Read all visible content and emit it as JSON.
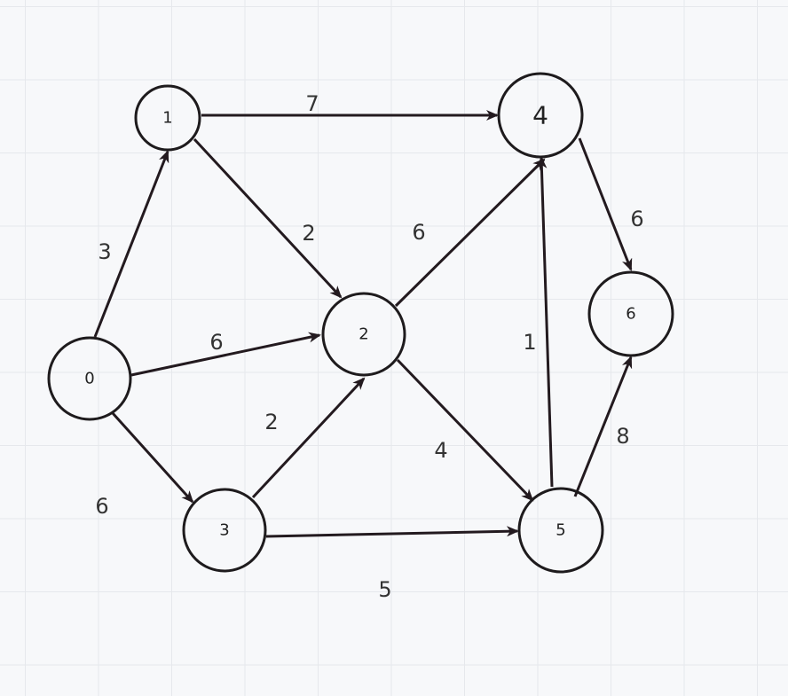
{
  "graph": {
    "nodes": [
      {
        "id": "0",
        "label": "0"
      },
      {
        "id": "1",
        "label": "1"
      },
      {
        "id": "2",
        "label": "2"
      },
      {
        "id": "3",
        "label": "3"
      },
      {
        "id": "4",
        "label": "4"
      },
      {
        "id": "5",
        "label": "5"
      },
      {
        "id": "6",
        "label": "6"
      }
    ],
    "edges": [
      {
        "from": "0",
        "to": "1",
        "weight": "3"
      },
      {
        "from": "0",
        "to": "2",
        "weight": "6"
      },
      {
        "from": "0",
        "to": "3",
        "weight": "6"
      },
      {
        "from": "1",
        "to": "4",
        "weight": "7"
      },
      {
        "from": "1",
        "to": "2",
        "weight": "2"
      },
      {
        "from": "2",
        "to": "4",
        "weight": "6"
      },
      {
        "from": "2",
        "to": "5",
        "weight": "4"
      },
      {
        "from": "3",
        "to": "2",
        "weight": "2"
      },
      {
        "from": "3",
        "to": "5",
        "weight": "5"
      },
      {
        "from": "5",
        "to": "4",
        "weight": "1"
      },
      {
        "from": "4",
        "to": "6",
        "weight": "6"
      },
      {
        "from": "5",
        "to": "6",
        "weight": "8"
      }
    ]
  }
}
